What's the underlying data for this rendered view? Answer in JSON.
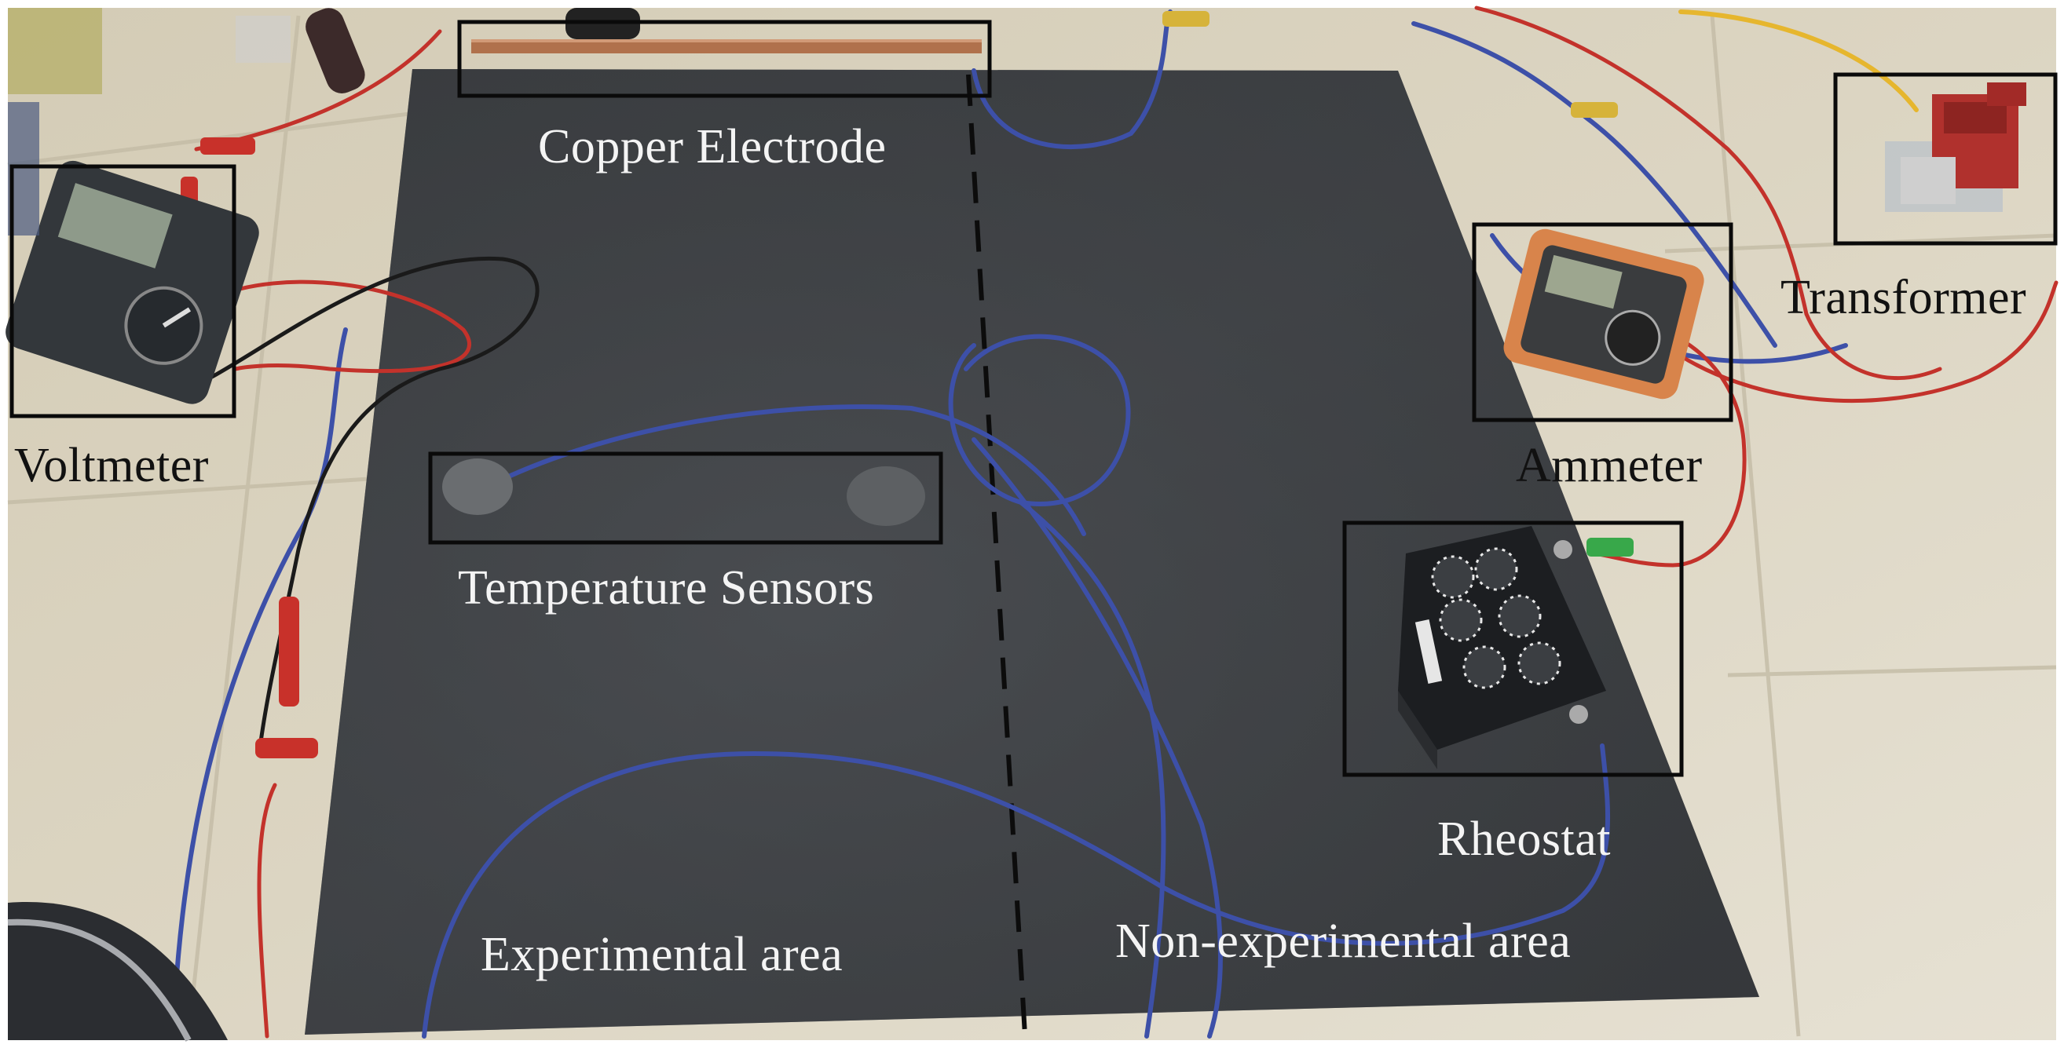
{
  "labels": {
    "copper_electrode": "Copper Electrode",
    "voltmeter": "Voltmeter",
    "temperature_sensors": "Temperature Sensors",
    "transformer": "Transformer",
    "ammeter": "Ammeter",
    "rheostat": "Rheostat",
    "experimental_area": "Experimental area",
    "non_experimental_area": "Non-experimental area"
  }
}
